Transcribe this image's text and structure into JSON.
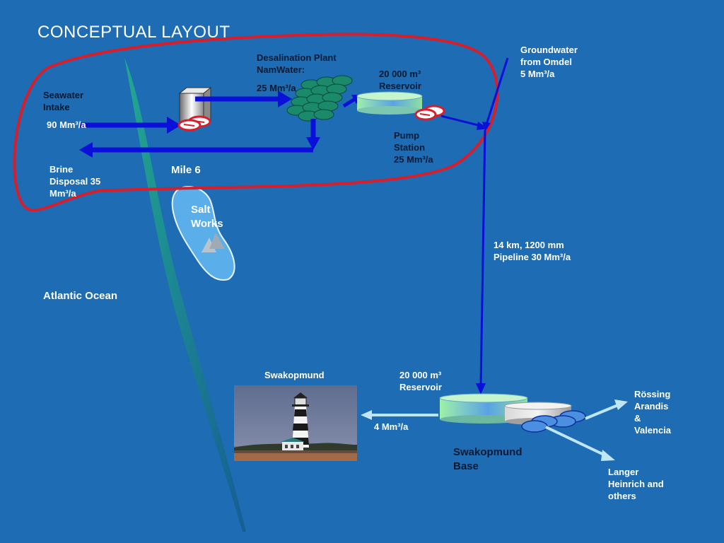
{
  "title": "CONCEPTUAL  LAYOUT",
  "labels": {
    "seawater_intake": "Seawater\nIntake",
    "seawater_flow": "90 Mm³/a",
    "desal_plant": "Desalination Plant\nNamWater:",
    "desal_flow": "25 Mm³/a",
    "reservoir_top": "20 000 m³\nReservoir",
    "groundwater": "Groundwater\nfrom Omdel\n5 Mm³/a",
    "pump_station": "Pump\nStation\n25 Mm³/a",
    "brine": "Brine\nDisposal  35\nMm³/a",
    "mile6": "Mile 6",
    "salt_works": "Salt\nWorks",
    "pipeline": "14 km, 1200 mm\nPipeline 30 Mm³/a",
    "atlantic": "Atlantic Ocean",
    "swakopmund": "Swakopmund",
    "reservoir_bottom": "20 000 m³\nReservoir",
    "swakop_flow": "4  Mm³/a",
    "swakop_base": "Swakopmund\nBase",
    "rossing": "Rössing\nArandis\n&\nValencia",
    "langer": "Langer\nHeinrich  and\nothers"
  },
  "colors": {
    "background": "#1d6cb4",
    "boundary": "#d81e2a",
    "flow_arrow": "#0a10d8",
    "light_arrow": "#bfe6f5",
    "coastline": "#1aa07a",
    "salt_works": "#5aaee9"
  },
  "icons": {
    "intake": "intake-building-icon",
    "desal": "membrane-module-icon",
    "reservoir": "reservoir-tank-icon",
    "pump": "pump-icon",
    "lighthouse": "lighthouse-photo"
  }
}
